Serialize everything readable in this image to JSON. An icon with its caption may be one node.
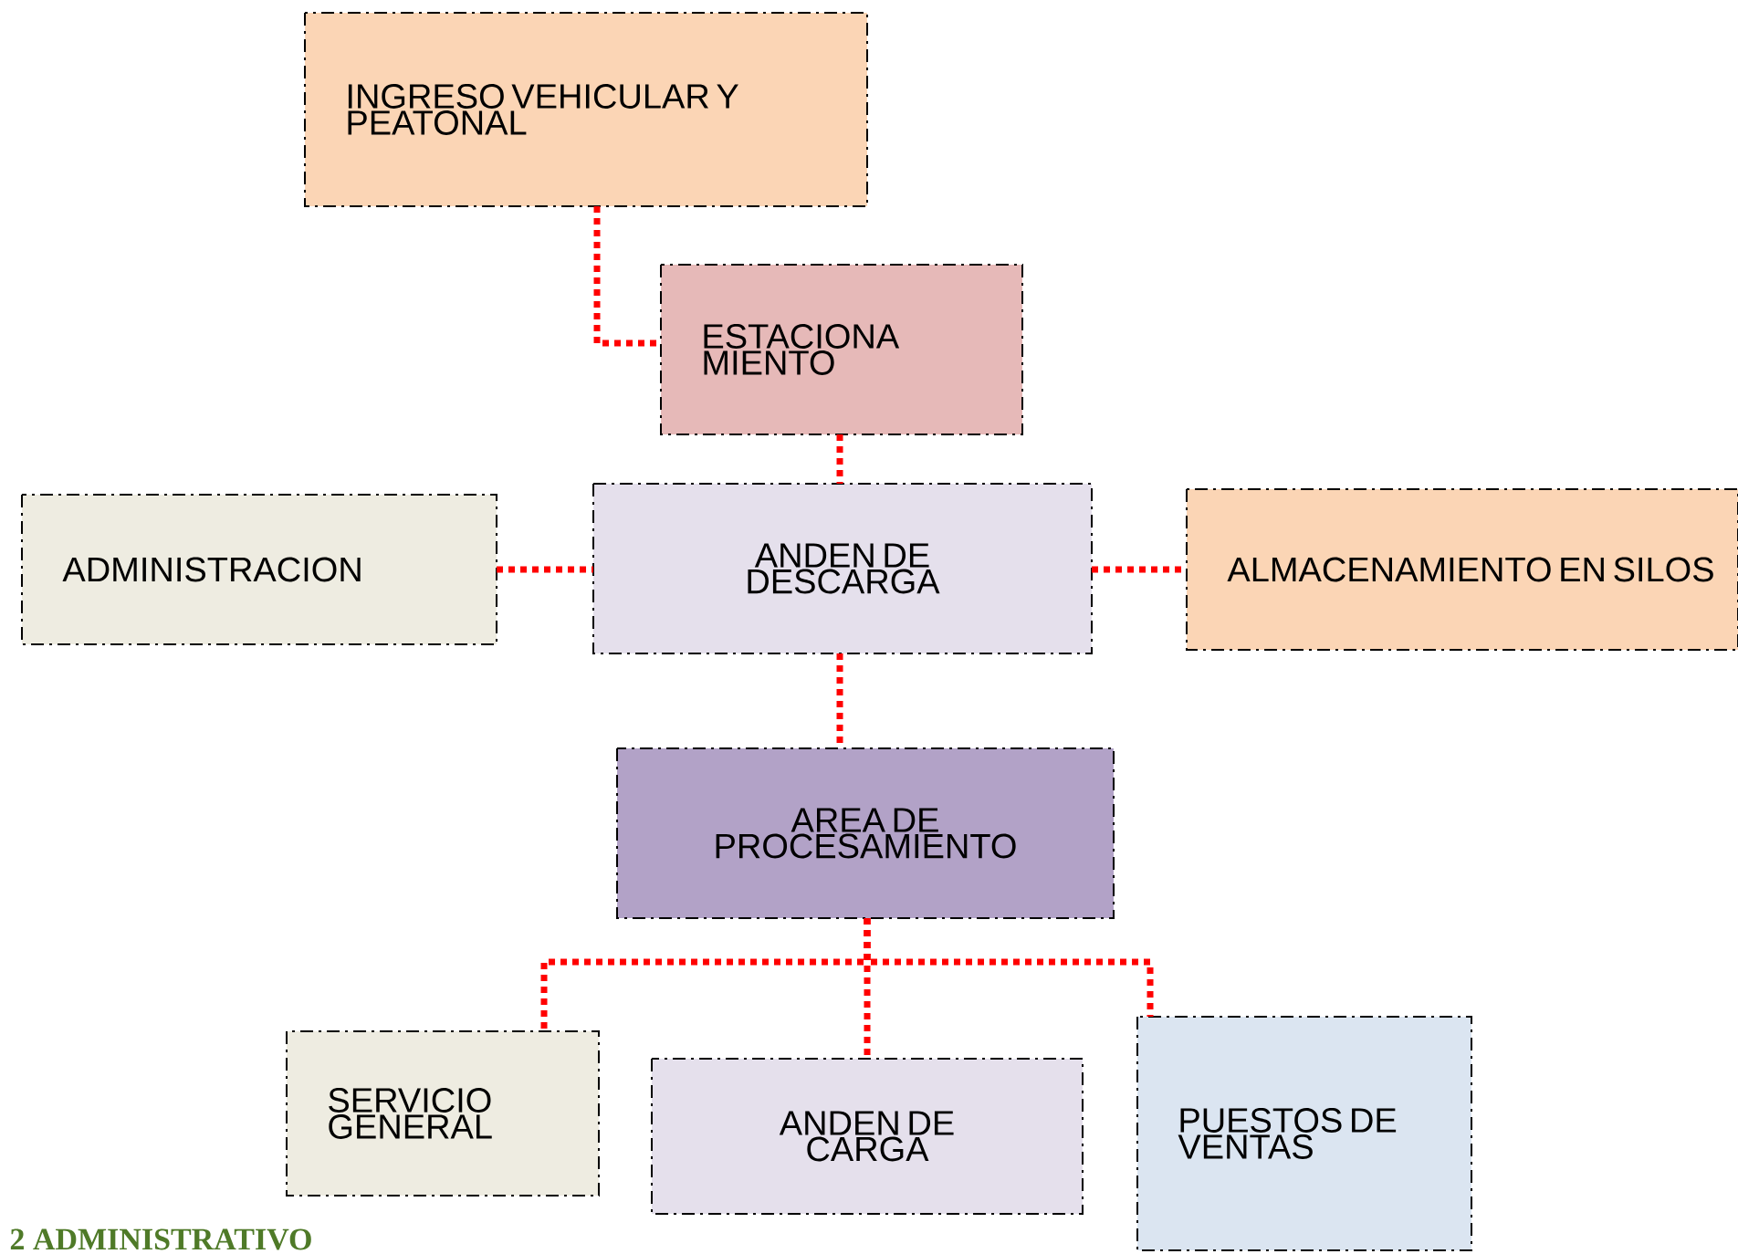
{
  "diagram": {
    "nodes": [
      {
        "text": [
          "INGRESO VEHICULAR Y PEATONAL"
        ]
      },
      {
        "text": [
          "ESTACIONA MIENTO"
        ]
      },
      {
        "text": [
          "ADMINISTRACION"
        ]
      },
      {
        "text": [
          "ANDEN DE DESCARGA"
        ]
      },
      {
        "text": [
          "ALMACENAMIENTO EN SILOS"
        ]
      },
      {
        "text": [
          "AREA DE PROCESAMIENTO"
        ]
      },
      {
        "text": [
          "SERVICIO GENERAL"
        ]
      },
      {
        "text": [
          "ANDEN DE CARGA"
        ]
      },
      {
        "text": [
          "PUESTOS DE VENTAS"
        ]
      }
    ],
    "edges": [
      {
        "from": 0,
        "to": 1,
        "arrow": "none"
      },
      {
        "from": 1,
        "to": 3,
        "arrow": "none"
      },
      {
        "from": 2,
        "to": 3,
        "arrow": "none"
      },
      {
        "from": 3,
        "to": 4,
        "arrow": "none"
      },
      {
        "from": 3,
        "to": 5,
        "arrow": "none"
      },
      {
        "from": 5,
        "to": 6,
        "arrow": "none"
      },
      {
        "from": 5,
        "to": 7,
        "arrow": "none"
      },
      {
        "from": 5,
        "to": 8,
        "arrow": "none"
      }
    ],
    "labels": [
      "2 ADMINISTRATIVO"
    ]
  }
}
